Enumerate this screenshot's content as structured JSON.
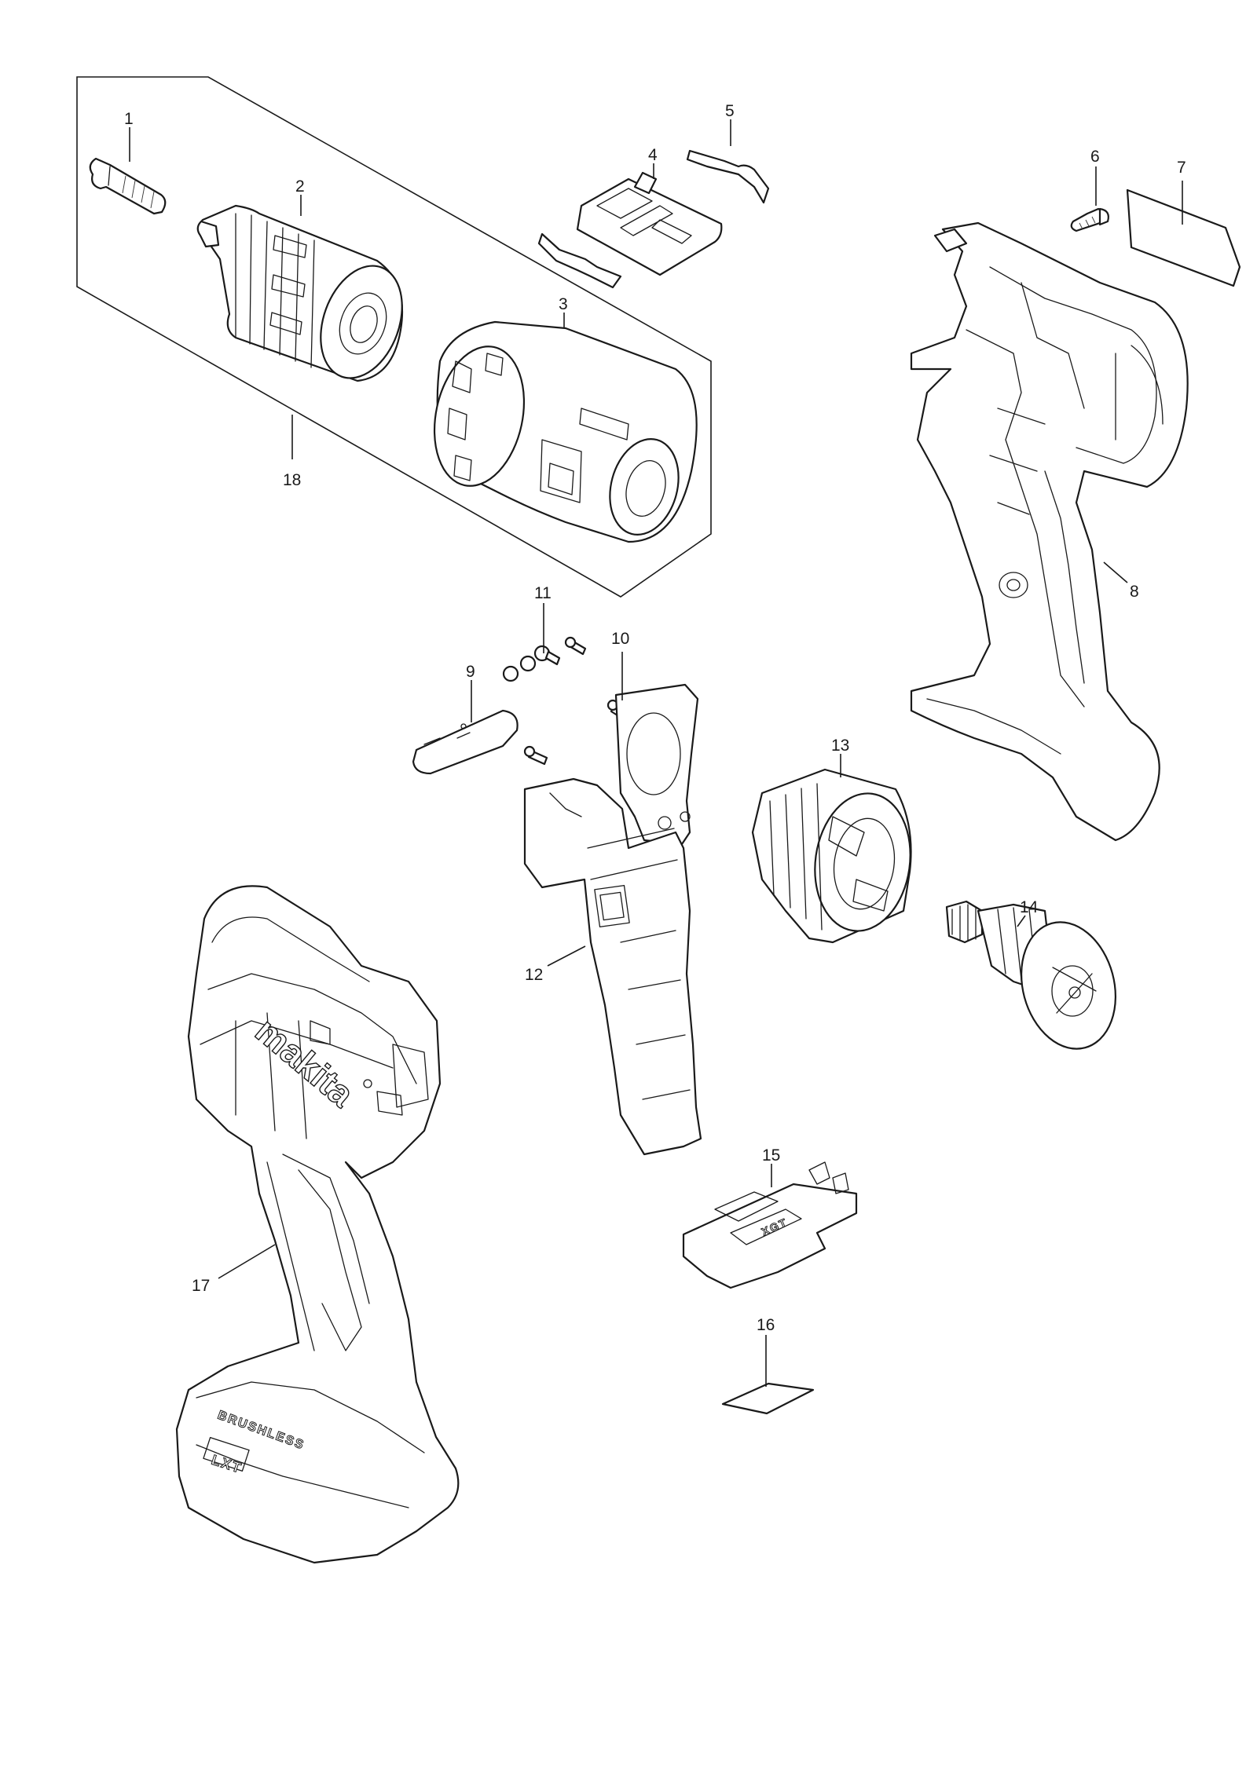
{
  "callouts": [
    "1",
    "2",
    "3",
    "4",
    "5",
    "6",
    "7",
    "8",
    "9",
    "10",
    "11",
    "12",
    "13",
    "14",
    "15",
    "16",
    "17",
    "18"
  ],
  "housing": {
    "brand_logo": "makita",
    "motor_label": "BRUSHLESS",
    "battery_label": "LXT",
    "terminal_label": "XGT"
  },
  "colors": {
    "ink": "#1a1a1a",
    "paper": "#ffffff"
  }
}
